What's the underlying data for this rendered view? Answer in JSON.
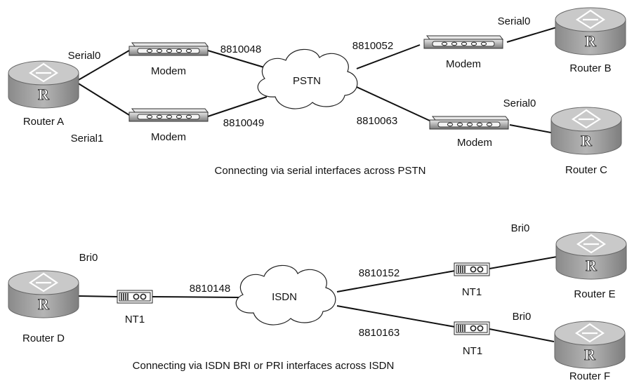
{
  "top": {
    "caption": "Connecting via serial interfaces across PSTN",
    "cloud_label": "PSTN",
    "routers": [
      {
        "label": "Router A",
        "letter": "R"
      },
      {
        "label": "Router B",
        "letter": "R"
      },
      {
        "label": "Router C",
        "letter": "R"
      }
    ],
    "modems": [
      {
        "label": "Modem"
      },
      {
        "label": "Modem"
      },
      {
        "label": "Modem"
      },
      {
        "label": "Modem"
      }
    ],
    "interfaces": {
      "a_serial0": "Serial0",
      "a_serial1": "Serial1",
      "b_serial0": "Serial0",
      "c_serial0": "Serial0"
    },
    "numbers": {
      "m1": "8810048",
      "m2": "8810049",
      "b": "8810052",
      "c": "8810063"
    }
  },
  "bottom": {
    "caption": "Connecting via ISDN BRI or PRI interfaces across ISDN",
    "cloud_label": "ISDN",
    "routers": [
      {
        "label": "Router D",
        "letter": "R"
      },
      {
        "label": "Router E",
        "letter": "R"
      },
      {
        "label": "Router F",
        "letter": "R"
      }
    ],
    "nt1": [
      {
        "label": "NT1"
      },
      {
        "label": "NT1"
      },
      {
        "label": "NT1"
      }
    ],
    "interfaces": {
      "d_bri0": "Bri0",
      "e_bri0": "Bri0",
      "f_bri0": "Bri0"
    },
    "numbers": {
      "d": "8810148",
      "e": "8810152",
      "f": "8810163"
    }
  },
  "colors": {
    "router_body": "#9a9a9a",
    "router_top": "#c8c8c8",
    "line": "#111111",
    "modem_body": "#8c8c8c"
  }
}
